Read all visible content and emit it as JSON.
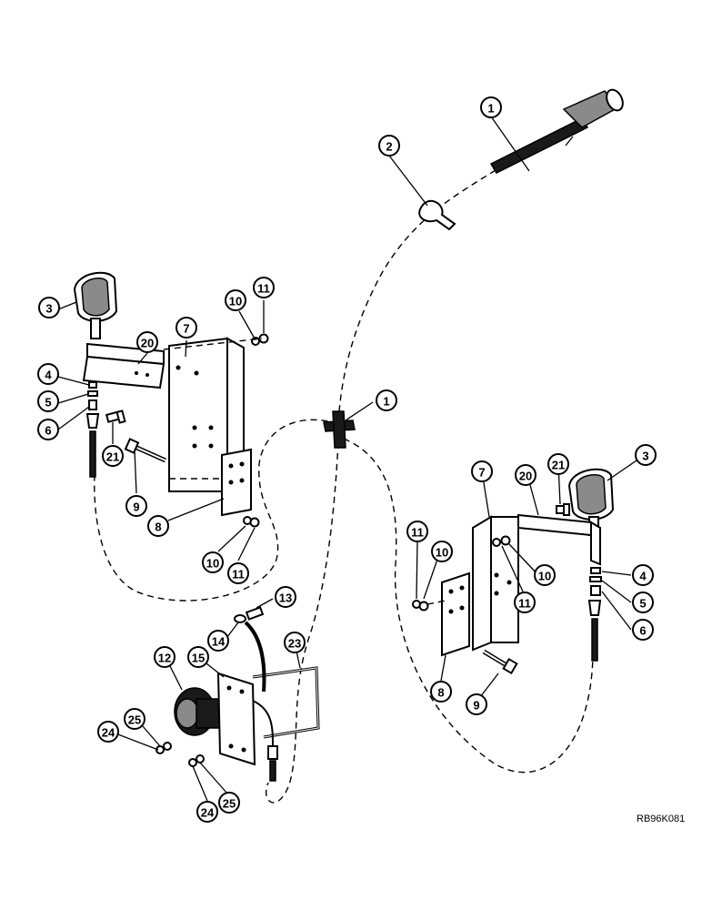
{
  "diagram": {
    "reference_code": "RB96K081",
    "callouts": [
      {
        "id": "c1a",
        "label": "1"
      },
      {
        "id": "c2",
        "label": "2"
      },
      {
        "id": "c3a",
        "label": "3"
      },
      {
        "id": "c20a",
        "label": "20"
      },
      {
        "id": "c7a",
        "label": "7"
      },
      {
        "id": "c10a",
        "label": "10"
      },
      {
        "id": "c11a",
        "label": "11"
      },
      {
        "id": "c4a",
        "label": "4"
      },
      {
        "id": "c5a",
        "label": "5"
      },
      {
        "id": "c6a",
        "label": "6"
      },
      {
        "id": "c21a",
        "label": "21"
      },
      {
        "id": "c9a",
        "label": "9"
      },
      {
        "id": "c8a",
        "label": "8"
      },
      {
        "id": "c10b",
        "label": "10"
      },
      {
        "id": "c11b",
        "label": "11"
      },
      {
        "id": "c1b",
        "label": "1"
      },
      {
        "id": "c7b",
        "label": "7"
      },
      {
        "id": "c20b",
        "label": "20"
      },
      {
        "id": "c21b",
        "label": "21"
      },
      {
        "id": "c3b",
        "label": "3"
      },
      {
        "id": "c11c",
        "label": "11"
      },
      {
        "id": "c10c",
        "label": "10"
      },
      {
        "id": "c10d",
        "label": "10"
      },
      {
        "id": "c11d",
        "label": "11"
      },
      {
        "id": "c4b",
        "label": "4"
      },
      {
        "id": "c5b",
        "label": "5"
      },
      {
        "id": "c6b",
        "label": "6"
      },
      {
        "id": "c8b",
        "label": "8"
      },
      {
        "id": "c9b",
        "label": "9"
      },
      {
        "id": "c13",
        "label": "13"
      },
      {
        "id": "c14",
        "label": "14"
      },
      {
        "id": "c12",
        "label": "12"
      },
      {
        "id": "c15",
        "label": "15"
      },
      {
        "id": "c23",
        "label": "23"
      },
      {
        "id": "c25a",
        "label": "25"
      },
      {
        "id": "c24a",
        "label": "24"
      },
      {
        "id": "c24b",
        "label": "24"
      },
      {
        "id": "c25b",
        "label": "25"
      }
    ]
  }
}
